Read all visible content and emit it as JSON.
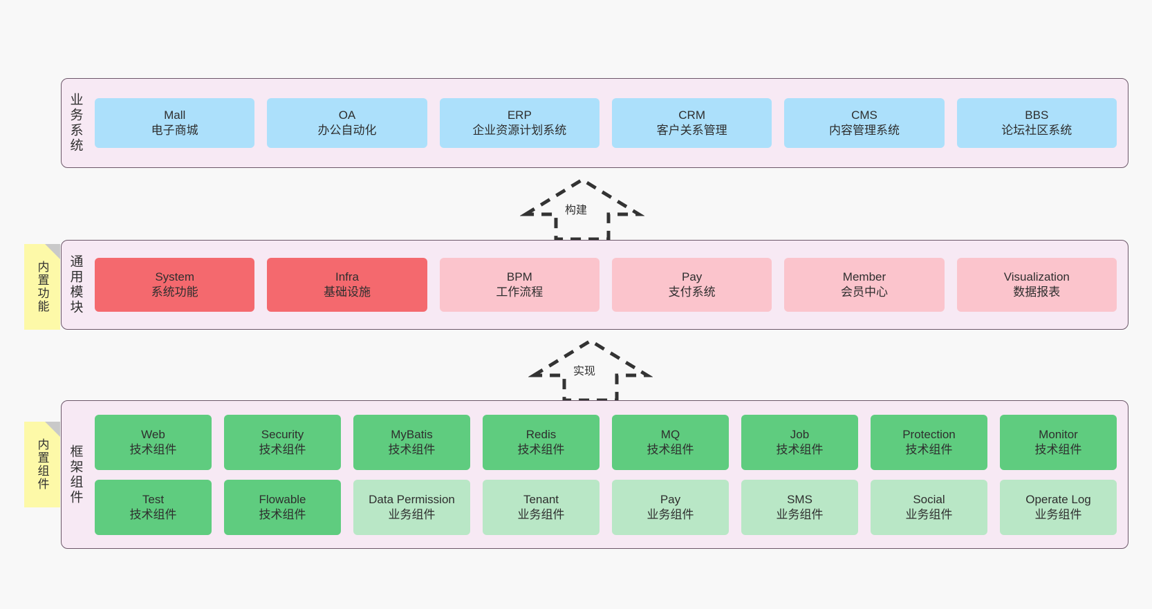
{
  "layers": [
    {
      "id": "business",
      "label": "业务系统",
      "cards": [
        {
          "title": "Mall",
          "subtitle": "电子商城",
          "style": "c-blue"
        },
        {
          "title": "OA",
          "subtitle": "办公自动化",
          "style": "c-blue"
        },
        {
          "title": "ERP",
          "subtitle": "企业资源计划系统",
          "style": "c-blue"
        },
        {
          "title": "CRM",
          "subtitle": "客户关系管理",
          "style": "c-blue"
        },
        {
          "title": "CMS",
          "subtitle": "内容管理系统",
          "style": "c-blue"
        },
        {
          "title": "BBS",
          "subtitle": "论坛社区系统",
          "style": "c-blue"
        }
      ]
    },
    {
      "id": "modules",
      "label": "通用模块",
      "cards": [
        {
          "title": "System",
          "subtitle": "系统功能",
          "style": "c-red"
        },
        {
          "title": "Infra",
          "subtitle": "基础设施",
          "style": "c-red"
        },
        {
          "title": "BPM",
          "subtitle": "工作流程",
          "style": "c-pink"
        },
        {
          "title": "Pay",
          "subtitle": "支付系统",
          "style": "c-pink"
        },
        {
          "title": "Member",
          "subtitle": "会员中心",
          "style": "c-pink"
        },
        {
          "title": "Visualization",
          "subtitle": "数据报表",
          "style": "c-pink"
        }
      ]
    },
    {
      "id": "framework",
      "label": "框架组件",
      "row_top": [
        {
          "title": "Web",
          "subtitle": "技术组件",
          "style": "c-green"
        },
        {
          "title": "Security",
          "subtitle": "技术组件",
          "style": "c-green"
        },
        {
          "title": "MyBatis",
          "subtitle": "技术组件",
          "style": "c-green"
        },
        {
          "title": "Redis",
          "subtitle": "技术组件",
          "style": "c-green"
        },
        {
          "title": "MQ",
          "subtitle": "技术组件",
          "style": "c-green"
        },
        {
          "title": "Job",
          "subtitle": "技术组件",
          "style": "c-green"
        },
        {
          "title": "Protection",
          "subtitle": "技术组件",
          "style": "c-green"
        },
        {
          "title": "Monitor",
          "subtitle": "技术组件",
          "style": "c-green"
        }
      ],
      "row_bottom": [
        {
          "title": "Test",
          "subtitle": "技术组件",
          "style": "c-green"
        },
        {
          "title": "Flowable",
          "subtitle": "技术组件",
          "style": "c-green"
        },
        {
          "title": "Data Permission",
          "subtitle": "业务组件",
          "style": "c-lgreen"
        },
        {
          "title": "Tenant",
          "subtitle": "业务组件",
          "style": "c-lgreen"
        },
        {
          "title": "Pay",
          "subtitle": "业务组件",
          "style": "c-lgreen"
        },
        {
          "title": "SMS",
          "subtitle": "业务组件",
          "style": "c-lgreen"
        },
        {
          "title": "Social",
          "subtitle": "业务组件",
          "style": "c-lgreen"
        },
        {
          "title": "Operate Log",
          "subtitle": "业务组件",
          "style": "c-lgreen"
        }
      ]
    }
  ],
  "sticky_notes": [
    {
      "id": "functions",
      "label": "内置功能"
    },
    {
      "id": "components",
      "label": "内置组件"
    }
  ],
  "arrows": [
    {
      "id": "build",
      "label": "构建"
    },
    {
      "id": "implement",
      "label": "实现"
    }
  ],
  "colors": {
    "panel_bg": "#f7e9f4",
    "panel_border": "#6b5668",
    "blue": "#ace0fb",
    "red": "#f4696e",
    "pink": "#fbc4cc",
    "green": "#5fcc7f",
    "light_green": "#b9e7c6",
    "sticky_yellow": "#fdf9a8",
    "sticky_fold": "#c9c9c9",
    "canvas_bg": "#f8f8f8",
    "text": "#2e2e2e"
  }
}
